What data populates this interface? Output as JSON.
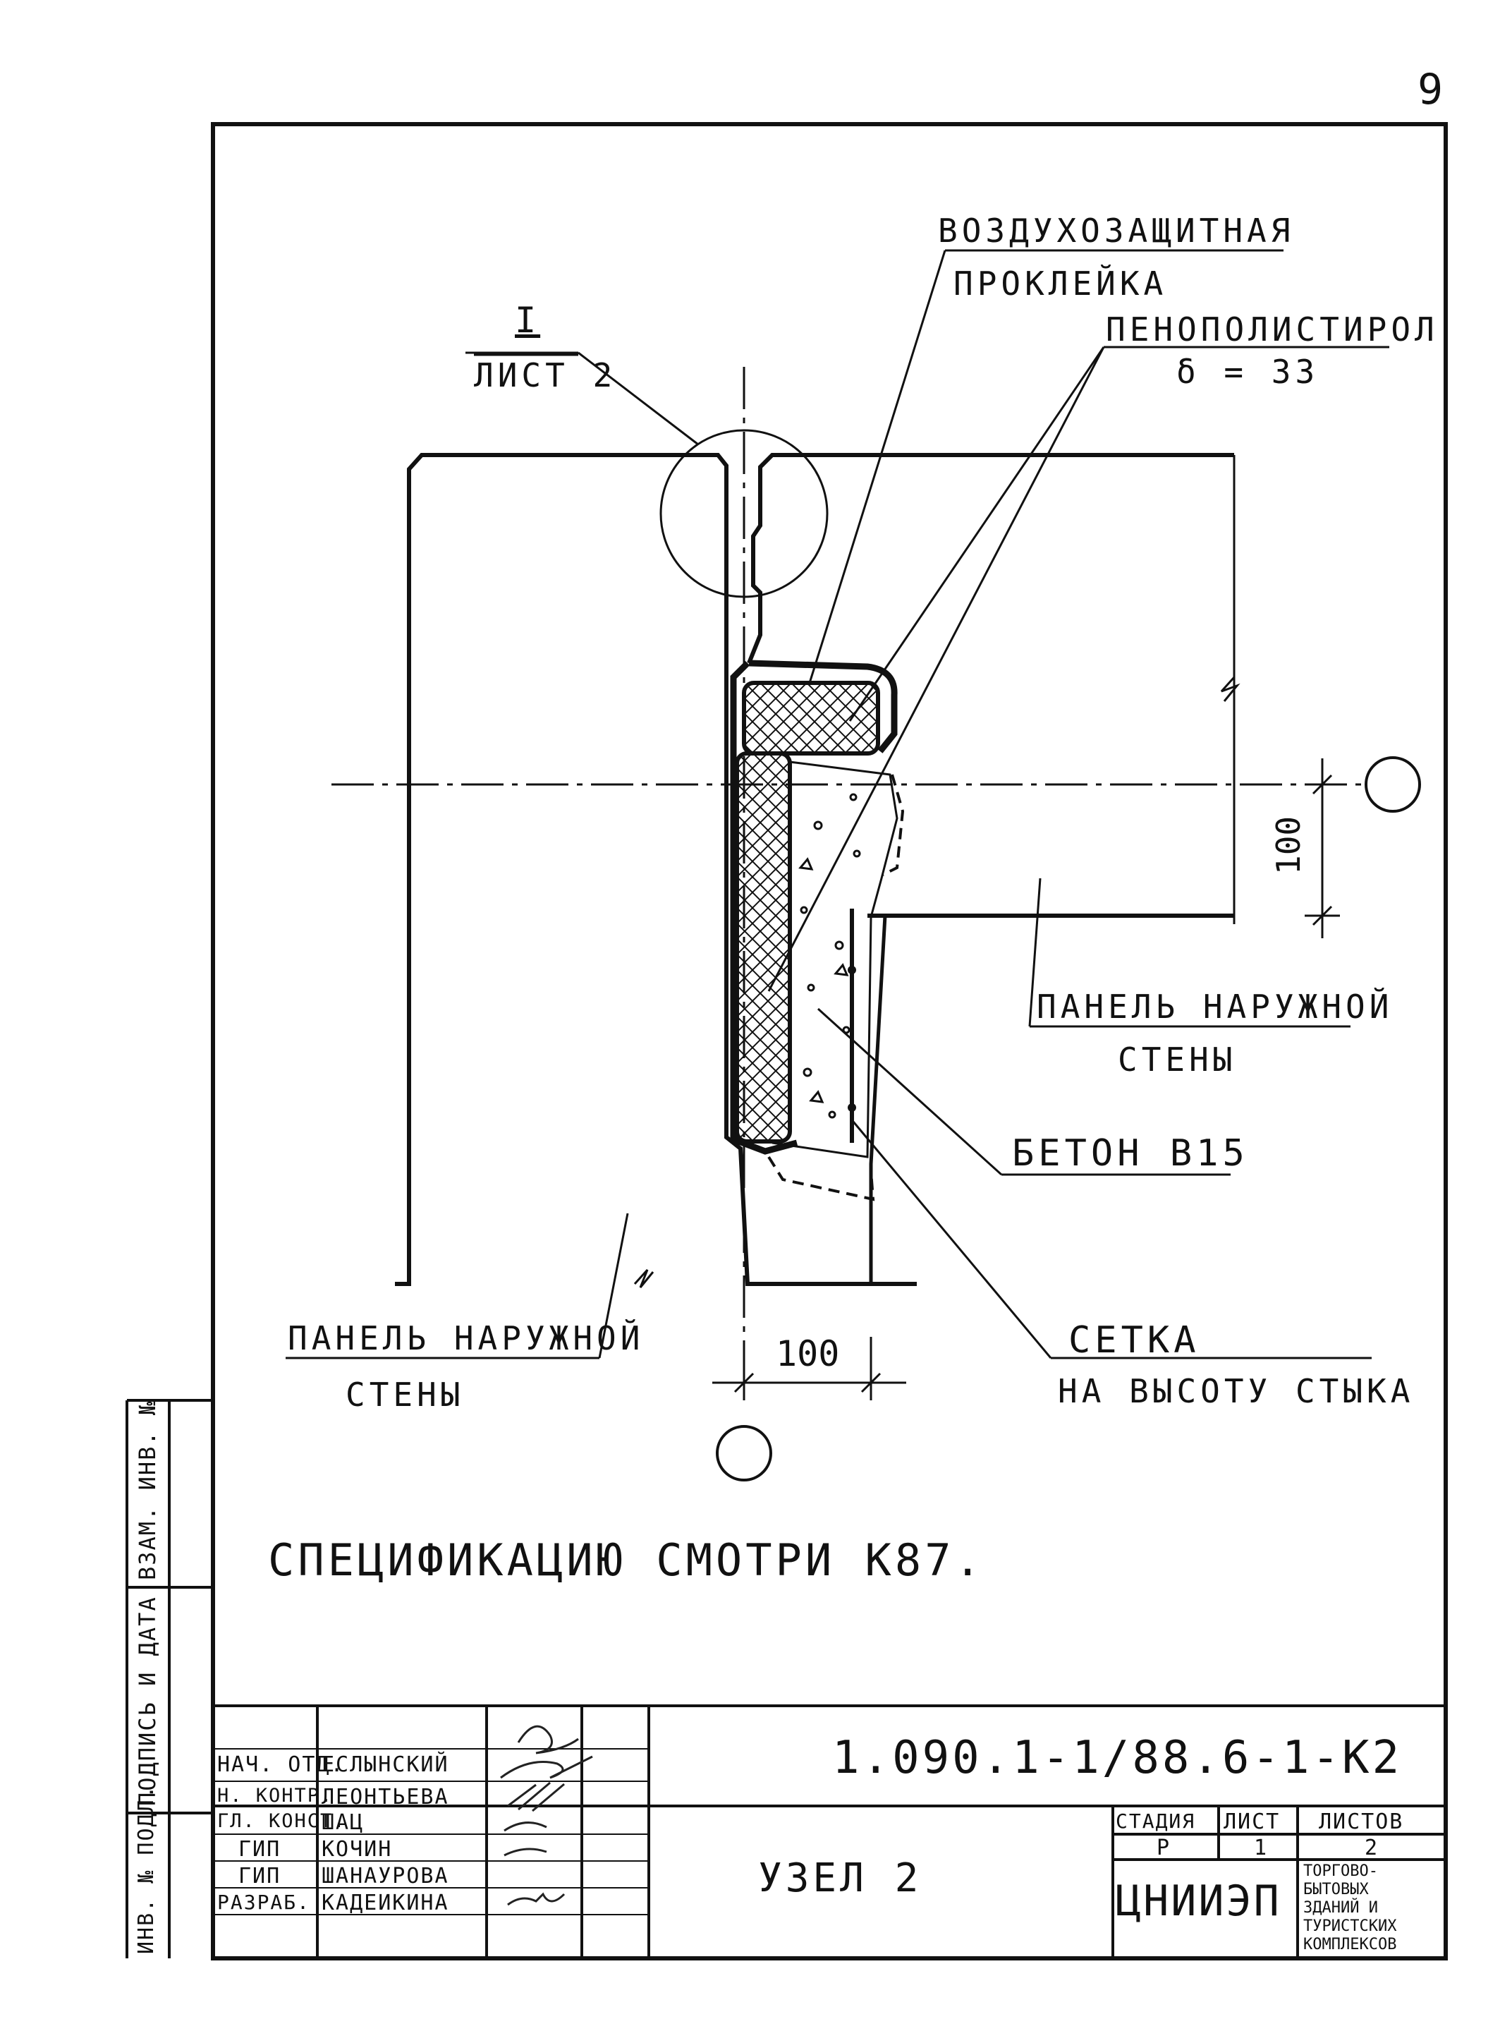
{
  "page_number": "9",
  "labels": {
    "callout_ref": "I",
    "callout_sheet": "ЛИСТ 2",
    "air_tape_1": "ВОЗДУХОЗАЩИТНАЯ",
    "air_tape_2": "ПРОКЛЕЙКА",
    "foam_1": "ПЕНОПОЛИСТИРОЛ",
    "foam_2": "δ = 33",
    "panel_right_1": "ПАНЕЛЬ НАРУЖНОЙ",
    "panel_right_2": "СТЕНЫ",
    "concrete": "БЕТОН В15",
    "mesh_1": "СЕТКА",
    "mesh_2": "НА ВЫСОТУ СТЫКА",
    "panel_left_1": "ПАНЕЛЬ НАРУЖНОЙ",
    "panel_left_2": "СТЕНЫ",
    "dim_vertical": "100",
    "dim_horizontal": "100",
    "spec_note": "СПЕЦИФИКАЦИЮ СМОТРИ К87."
  },
  "side_stamp": {
    "cell_1": "ВЗАМ. ИНВ. №",
    "cell_2": "ПОДПИСЬ И ДАТА",
    "cell_3": "ИНВ. № ПОДЛ."
  },
  "title_block": {
    "roles": [
      "НАЧ. ОТД.",
      "Н. КОНТР.",
      "ГЛ. КОНСТ.",
      "ГИП",
      "ГИП",
      "РАЗРАБ."
    ],
    "names": [
      "ЕСЛЫНСКИЙ",
      "ЛЕОНТЬЕВА",
      "ШАЦ",
      "КОЧИН",
      "ШАНАУРОВА",
      "КАДЕИКИНА"
    ],
    "doc_code": "1.090.1-1/88.6-1-К2",
    "sheet_title": "УЗЕЛ 2",
    "stage_header": "СТАДИЯ",
    "sheet_header": "ЛИСТ",
    "sheets_header": "ЛИСТОВ",
    "stage": "Р",
    "sheet": "1",
    "sheets": "2",
    "org": "ЦНИИЭП",
    "org_dept": [
      "ТОРГОВО-",
      "БЫТОВЫХ",
      "ЗДАНИЙ И",
      "ТУРИСТСКИХ",
      "КОМПЛЕКСОВ"
    ]
  }
}
